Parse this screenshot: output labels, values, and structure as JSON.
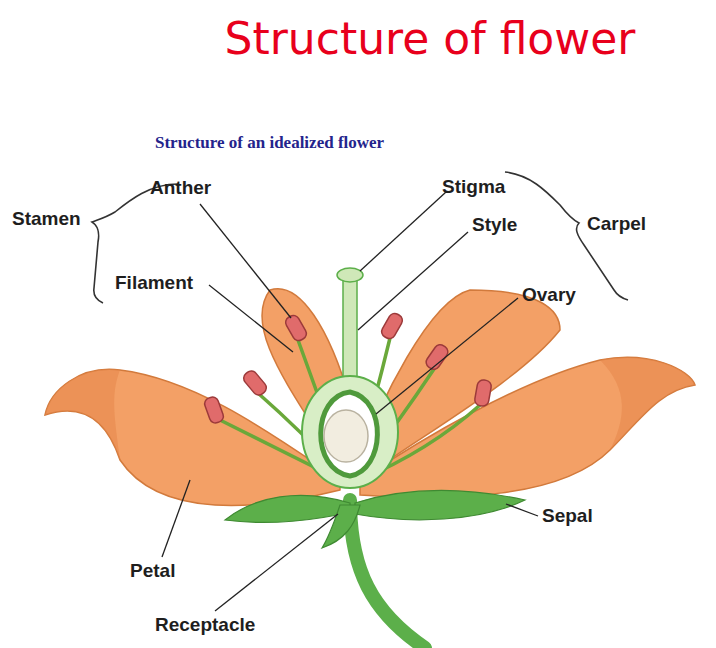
{
  "diagram": {
    "title": "Structure of flower",
    "labels": [
      "Structure of an idealized flower",
      "Stamen",
      "Anther",
      "Filament",
      "Stigma",
      "Style",
      "Carpel",
      "Ovary",
      "Petal",
      "Sepal",
      "Receptacle"
    ]
  }
}
